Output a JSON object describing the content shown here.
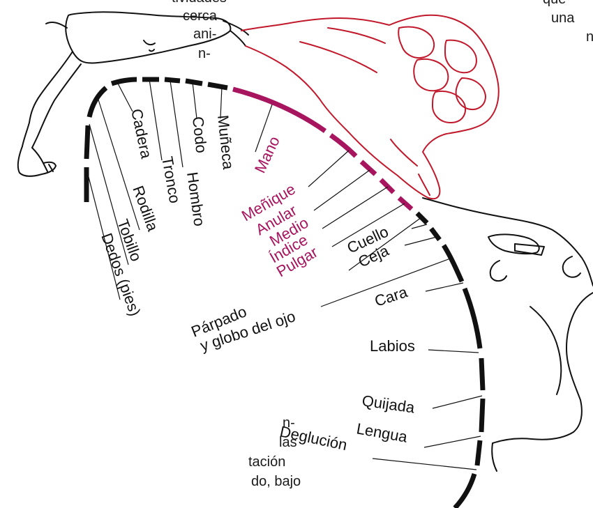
{
  "colors": {
    "ink": "#111111",
    "accent": "#a8155f",
    "figure_red": "#c2182b"
  },
  "surrounding_text": {
    "top_left": [
      "tividades",
      "cerca",
      "ani-",
      "n-"
    ],
    "top_right": [
      "que",
      "una",
      "n"
    ],
    "bottom_left": [
      "n-",
      "las",
      "tación",
      "do, bajo"
    ]
  },
  "body_parts": [
    {
      "id": "dedos-pies",
      "label": "Dedos (pies)",
      "group": "leg"
    },
    {
      "id": "tobillo",
      "label": "Tobillo",
      "group": "leg"
    },
    {
      "id": "rodilla",
      "label": "Rodilla",
      "group": "leg"
    },
    {
      "id": "cadera",
      "label": "Cadera",
      "group": "trunk"
    },
    {
      "id": "tronco",
      "label": "Tronco",
      "group": "trunk"
    },
    {
      "id": "hombro",
      "label": "Hombro",
      "group": "arm"
    },
    {
      "id": "codo",
      "label": "Codo",
      "group": "arm"
    },
    {
      "id": "muneca",
      "label": "Muñeca",
      "group": "arm"
    },
    {
      "id": "mano",
      "label": "Mano",
      "group": "hand"
    },
    {
      "id": "menique",
      "label": "Meñique",
      "group": "hand"
    },
    {
      "id": "anular",
      "label": "Anular",
      "group": "hand"
    },
    {
      "id": "medio",
      "label": "Medio",
      "group": "hand"
    },
    {
      "id": "indice",
      "label": "Índice",
      "group": "hand"
    },
    {
      "id": "pulgar",
      "label": "Pulgar",
      "group": "hand"
    },
    {
      "id": "cuello",
      "label": "Cuello",
      "group": "head"
    },
    {
      "id": "ceja",
      "label": "Ceja",
      "group": "head"
    },
    {
      "id": "parpado",
      "label": "Párpado",
      "label2": "y globo del ojo",
      "group": "head"
    },
    {
      "id": "cara",
      "label": "Cara",
      "group": "head"
    },
    {
      "id": "labios",
      "label": "Labios",
      "group": "head"
    },
    {
      "id": "quijada",
      "label": "Quijada",
      "group": "head"
    },
    {
      "id": "lengua",
      "label": "Lengua",
      "group": "head"
    },
    {
      "id": "deglucion",
      "label": "Deglución",
      "group": "head"
    }
  ]
}
